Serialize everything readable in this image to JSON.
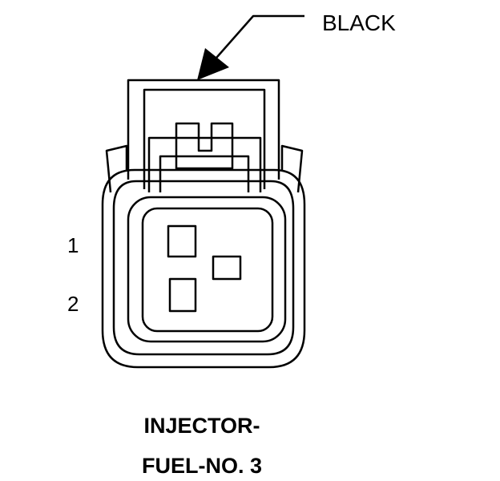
{
  "connector": {
    "color_label": "BLACK",
    "pins": [
      {
        "number": "1"
      },
      {
        "number": "2"
      }
    ],
    "title_lines": [
      "INJECTOR-",
      "FUEL-NO. 3"
    ]
  },
  "colors": {
    "line": "#000000",
    "background": "#ffffff"
  }
}
